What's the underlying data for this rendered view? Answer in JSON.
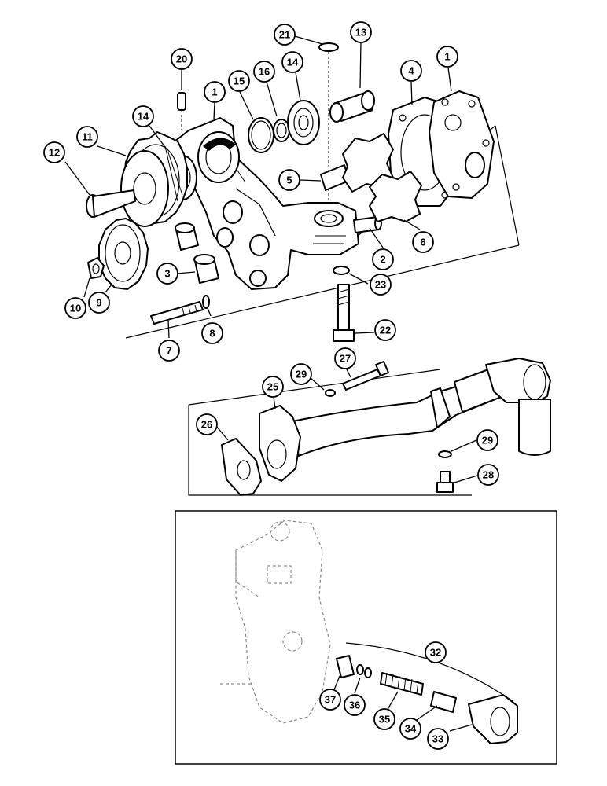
{
  "callouts": [
    {
      "n": "21"
    },
    {
      "n": "13"
    },
    {
      "n": "20"
    },
    {
      "n": "1"
    },
    {
      "n": "15"
    },
    {
      "n": "16"
    },
    {
      "n": "14"
    },
    {
      "n": "4"
    },
    {
      "n": "1"
    },
    {
      "n": "11"
    },
    {
      "n": "14"
    },
    {
      "n": "12"
    },
    {
      "n": "5"
    },
    {
      "n": "6"
    },
    {
      "n": "2"
    },
    {
      "n": "3"
    },
    {
      "n": "10"
    },
    {
      "n": "9"
    },
    {
      "n": "23"
    },
    {
      "n": "7"
    },
    {
      "n": "8"
    },
    {
      "n": "22"
    },
    {
      "n": "27"
    },
    {
      "n": "29"
    },
    {
      "n": "25"
    },
    {
      "n": "26"
    },
    {
      "n": "29"
    },
    {
      "n": "28"
    },
    {
      "n": "32"
    },
    {
      "n": "37"
    },
    {
      "n": "36"
    },
    {
      "n": "35"
    },
    {
      "n": "34"
    },
    {
      "n": "33"
    }
  ]
}
